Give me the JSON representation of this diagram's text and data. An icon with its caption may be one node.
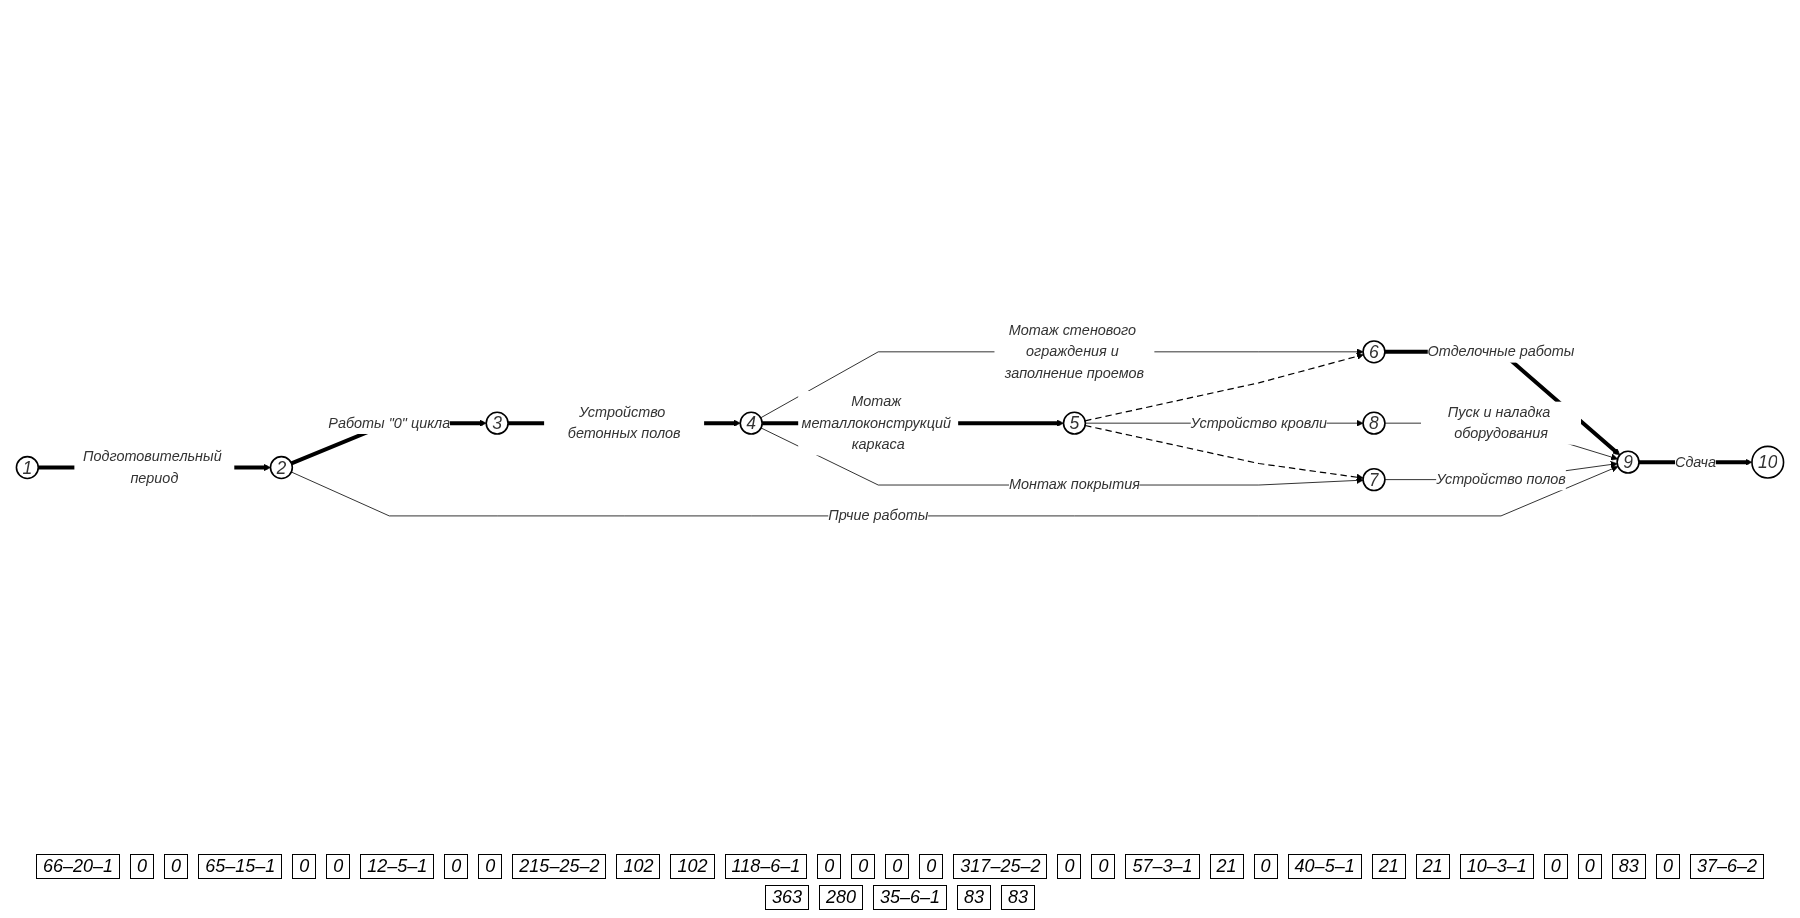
{
  "diagram": {
    "nodes": [
      {
        "text": [
          "1"
        ]
      },
      {
        "text": [
          "2"
        ]
      },
      {
        "text": [
          "3"
        ]
      },
      {
        "text": [
          "4"
        ]
      },
      {
        "text": [
          "5"
        ]
      },
      {
        "text": [
          "6"
        ]
      },
      {
        "text": [
          "7"
        ]
      },
      {
        "text": [
          "8"
        ]
      },
      {
        "text": [
          "9"
        ]
      },
      {
        "text": [
          "10"
        ]
      }
    ],
    "edges": [
      {
        "from": 0,
        "to": 1,
        "arrow": "to",
        "label": "Подготовительный период",
        "style": "thick"
      },
      {
        "from": 1,
        "to": 2,
        "arrow": "to",
        "label": "Работы \"0\" цикла",
        "style": "thick"
      },
      {
        "from": 2,
        "to": 3,
        "arrow": "to",
        "label": "Устройство бетонных полов",
        "style": "thick"
      },
      {
        "from": 3,
        "to": 5,
        "arrow": "to",
        "label": "Мотаж стенового ограждения и заполнение проемов"
      },
      {
        "from": 3,
        "to": 4,
        "arrow": "to",
        "label": "Мотаж металлоконструкций каркаса",
        "style": "thick"
      },
      {
        "from": 3,
        "to": 6,
        "arrow": "to",
        "label": "Монтаж покрытия"
      },
      {
        "from": 4,
        "to": 5,
        "arrow": "to",
        "style": "dashed"
      },
      {
        "from": 4,
        "to": 7,
        "arrow": "to",
        "label": "Устройство кровли"
      },
      {
        "from": 4,
        "to": 6,
        "arrow": "to",
        "style": "dashed"
      },
      {
        "from": 5,
        "to": 8,
        "arrow": "to",
        "label": "Отделочные работы",
        "style": "thick"
      },
      {
        "from": 7,
        "to": 8,
        "arrow": "to",
        "label": "Пуск и наладка оборудования"
      },
      {
        "from": 6,
        "to": 8,
        "arrow": "to",
        "label": "Устройство полов"
      },
      {
        "from": 1,
        "to": 8,
        "arrow": "to",
        "label": "Прчие работы"
      },
      {
        "from": 8,
        "to": 9,
        "arrow": "to",
        "label": "Сдача",
        "style": "thick"
      }
    ],
    "labels": [
      "66–20–1",
      "0",
      "0",
      "65–15–1",
      "0",
      "0",
      "12–5–1",
      "0",
      "0",
      "215–25–2",
      "102",
      "102",
      "118–6–1",
      "0",
      "0",
      "0",
      "0",
      "317–25–2",
      "0",
      "0",
      "57–3–1",
      "21",
      "0",
      "40–5–1",
      "21",
      "21",
      "10–3–1",
      "0",
      "0",
      "83",
      "0",
      "37–6–2",
      "363",
      "280",
      "35–6–1",
      "83",
      "83"
    ]
  }
}
